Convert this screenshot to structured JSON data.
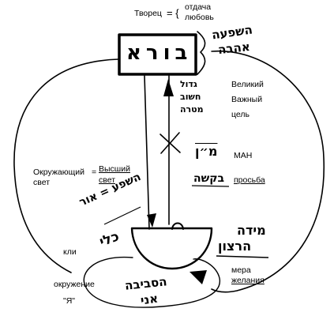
{
  "labels": {
    "creator": "Творец",
    "equals_brace": "= {",
    "giving": "отдача",
    "love": "любовь",
    "great": "Великий",
    "important": "Важный",
    "goal": "цель",
    "man": "МАН",
    "request": "просьба",
    "surrounding": "Окружающий",
    "light": "свет",
    "equals": "=",
    "higher": "Высший",
    "higher_light": "свет",
    "kli": "кли",
    "measure": "мера",
    "desire": "желания",
    "environment": "окружение",
    "self": "\"Я\""
  },
  "hebrew": {
    "creator_box": "בורא",
    "giving_love_1": "השפעה",
    "giving_love_2": "אהבה",
    "great_important_1": "גדול",
    "great_important_2": "חשוב",
    "great_important_3": "מטרה",
    "man": "מ״ן",
    "request": "בקשה",
    "influence": "השפע = אור",
    "kli_word": "כלי",
    "measure_1": "מידה",
    "measure_2": "הרצון",
    "environment_1": "הסביבה",
    "environment_2": "אני"
  }
}
